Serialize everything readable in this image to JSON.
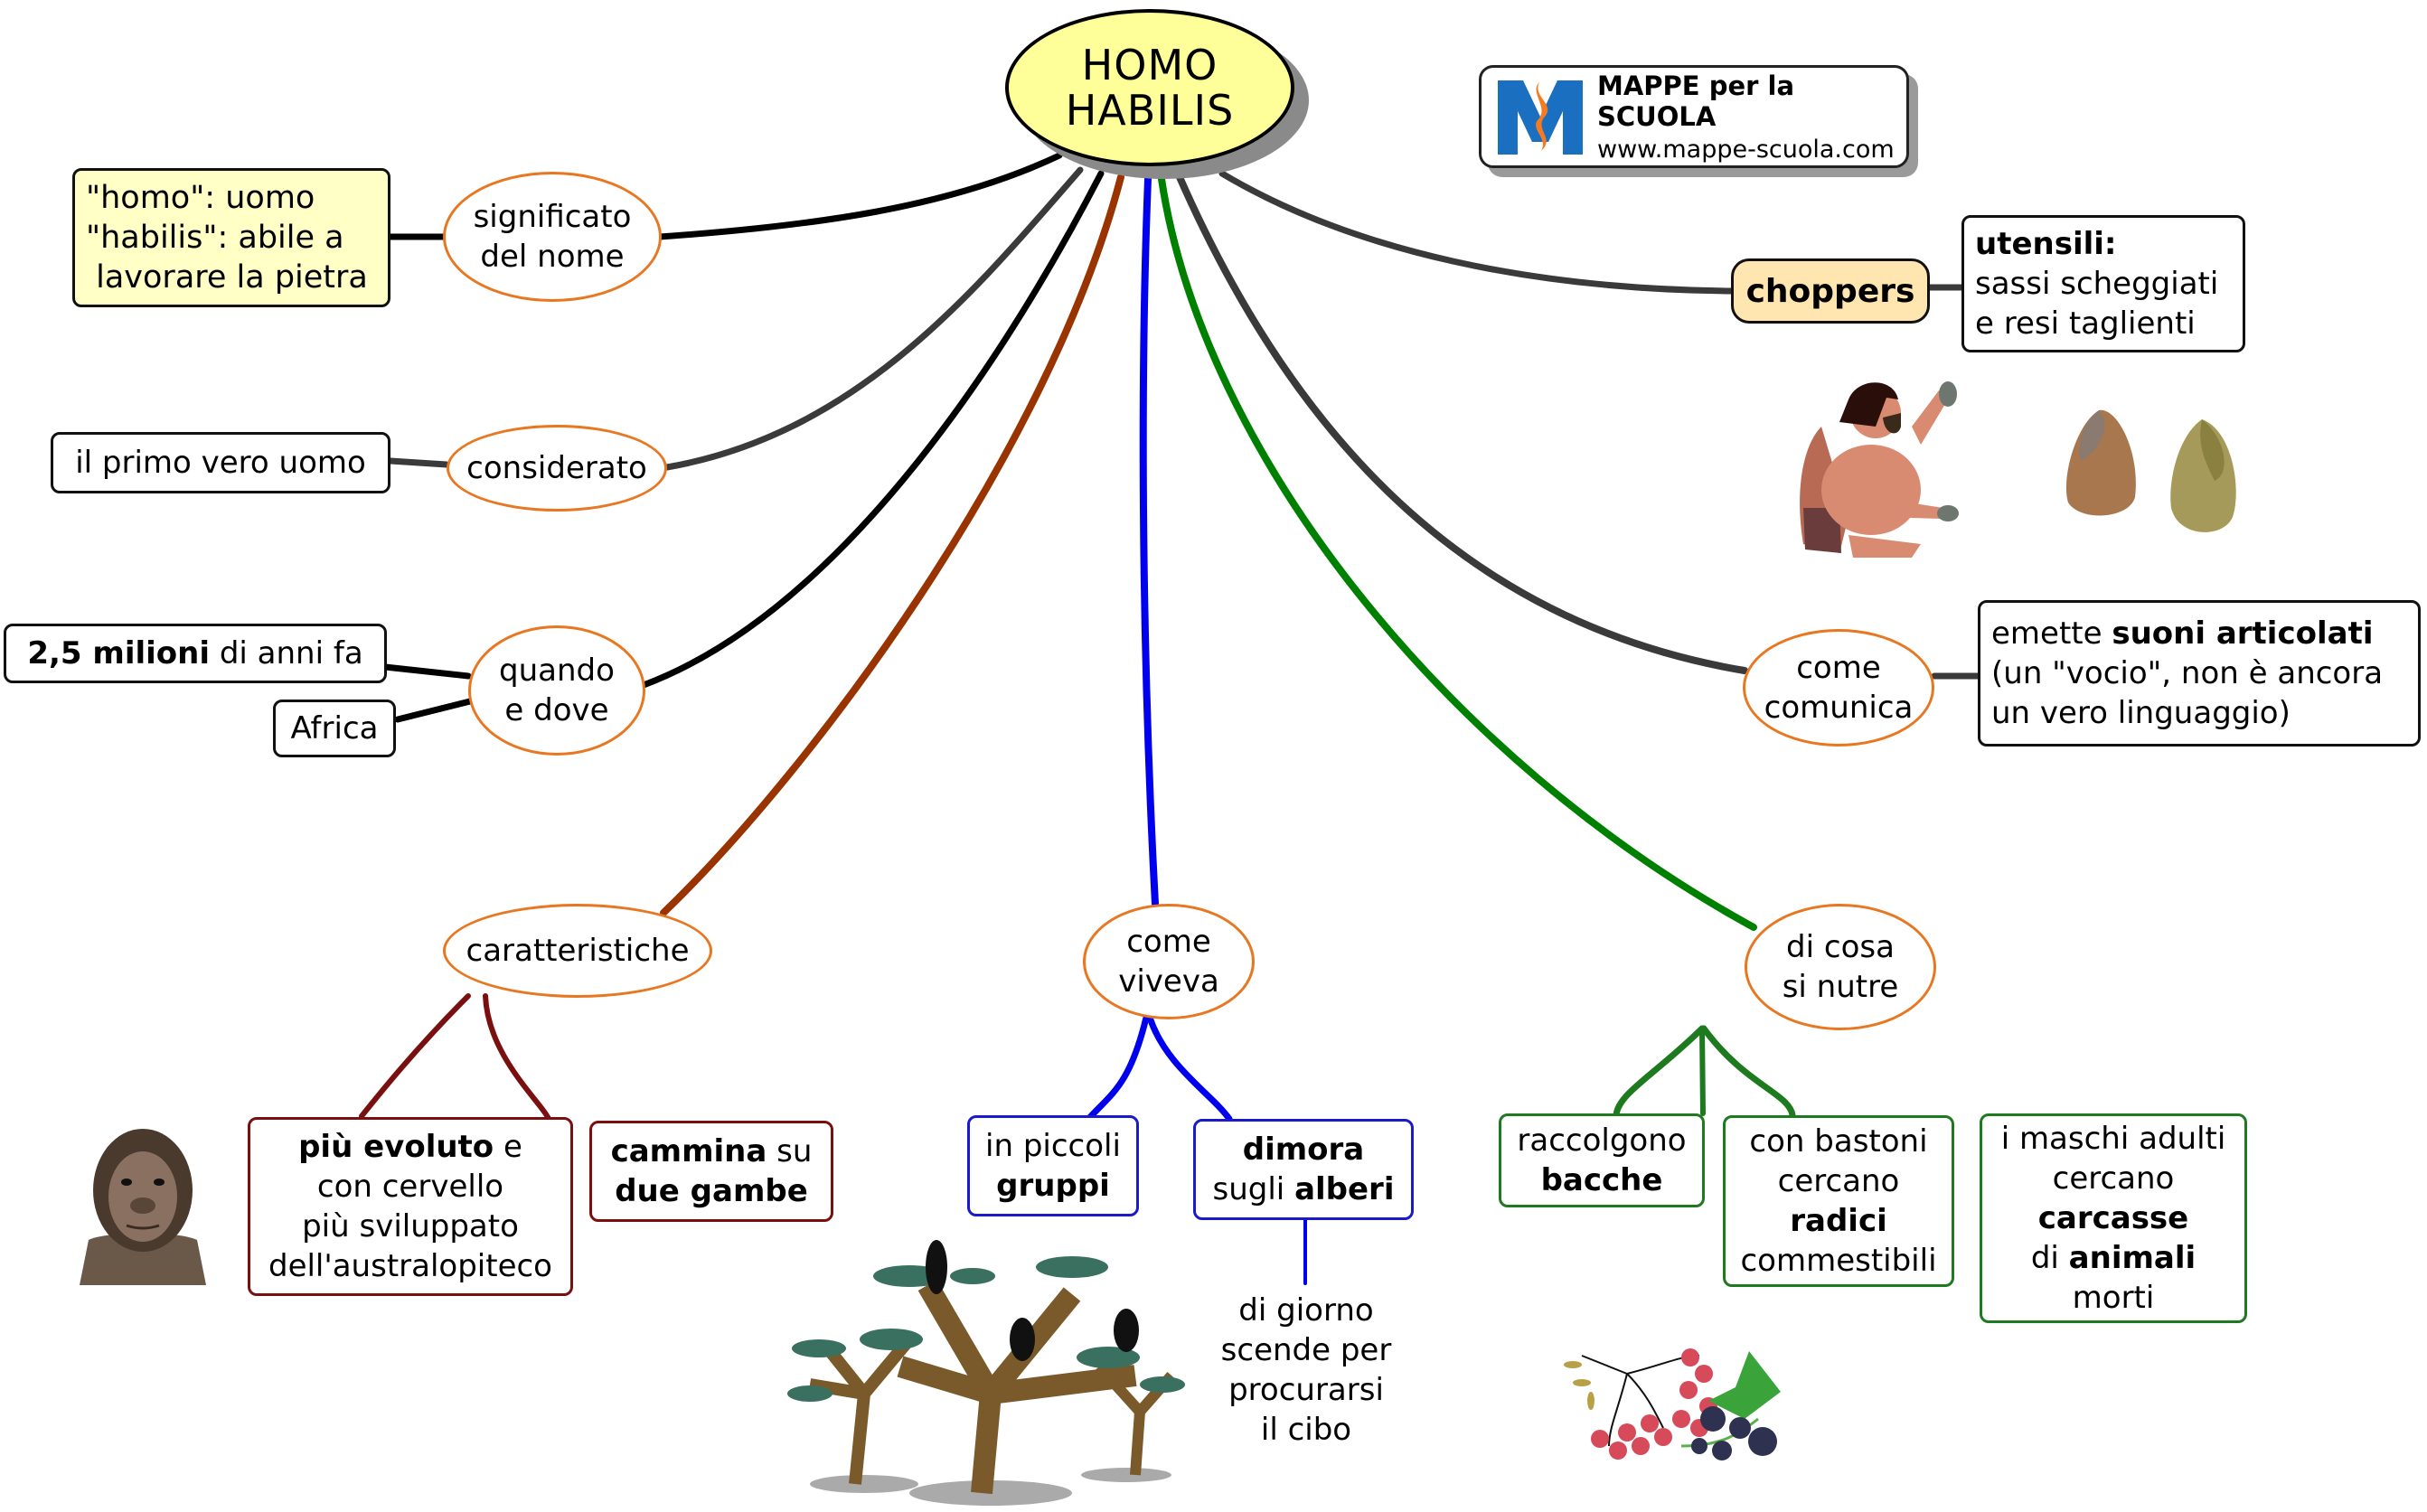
{
  "root": {
    "line1": "HOMO",
    "line2": "HABILIS",
    "fill": "#ffff99"
  },
  "logo": {
    "title": "MAPPE per la SCUOLA",
    "url": "www.mappe-scuola.com",
    "brand_blue": "#1a6fc0",
    "brand_orange": "#f47b20"
  },
  "branches": {
    "significato": {
      "label": "significato\ndel nome",
      "detail": {
        "l1": "\"homo\": uomo",
        "l2": "\"habilis\": abile a",
        "l3": " lavorare la pietra"
      }
    },
    "considerato": {
      "label": "considerato",
      "detail": "il primo vero uomo"
    },
    "quando": {
      "label": "quando\ne dove",
      "when_bold": "2,5 milioni",
      "when_rest": " di anni fa",
      "where": "Africa"
    },
    "caratteristiche": {
      "label": "caratteristiche",
      "color": "#993300",
      "child_color": "#7a0f0f",
      "item1": {
        "bold": "più evoluto",
        "rest": " e\ncon cervello\npiù sviluppato\ndell'australopiteco"
      },
      "item2": {
        "bold1": "cammina",
        "rest": " su",
        "bold2": "due gambe"
      }
    },
    "viveva": {
      "label": "come\nviveva",
      "color": "#0000ee",
      "item1": {
        "plain": "in piccoli",
        "bold": "gruppi"
      },
      "item2": {
        "bold1": "dimora",
        "plain": "sugli ",
        "bold2": "alberi"
      },
      "note": "di giorno\nscende per\nprocurarsi\nil cibo"
    },
    "nutre": {
      "label": "di cosa\nsi nutre",
      "color": "#008000",
      "item1": {
        "plain": "raccolgono",
        "bold": "bacche"
      },
      "item2": {
        "plain1": "con bastoni\ncercano",
        "bold": "radici",
        "plain2": "commestibili"
      },
      "item3": {
        "plain1": "i maschi adulti\ncercano",
        "bold1": "carcasse",
        "plain2": "di ",
        "bold2": "animali",
        "plain3": "morti"
      }
    },
    "choppers": {
      "label": "choppers",
      "detail_bold": "utensili:",
      "detail_rest": "sassi scheggiati\ne resi taglienti"
    },
    "comunica": {
      "label": "come\ncomunica",
      "d_plain1": "emette ",
      "d_bold": "suoni articolati",
      "d_plain2": "(un \"vocio\", non è ancora\nun vero linguaggio)"
    }
  },
  "illustrations": {
    "caveman": "caveman-with-stones",
    "stones": "chopper-stone-tools",
    "face": "homo-habilis-face",
    "trees": "trees-with-hominids",
    "berries": "berries"
  }
}
